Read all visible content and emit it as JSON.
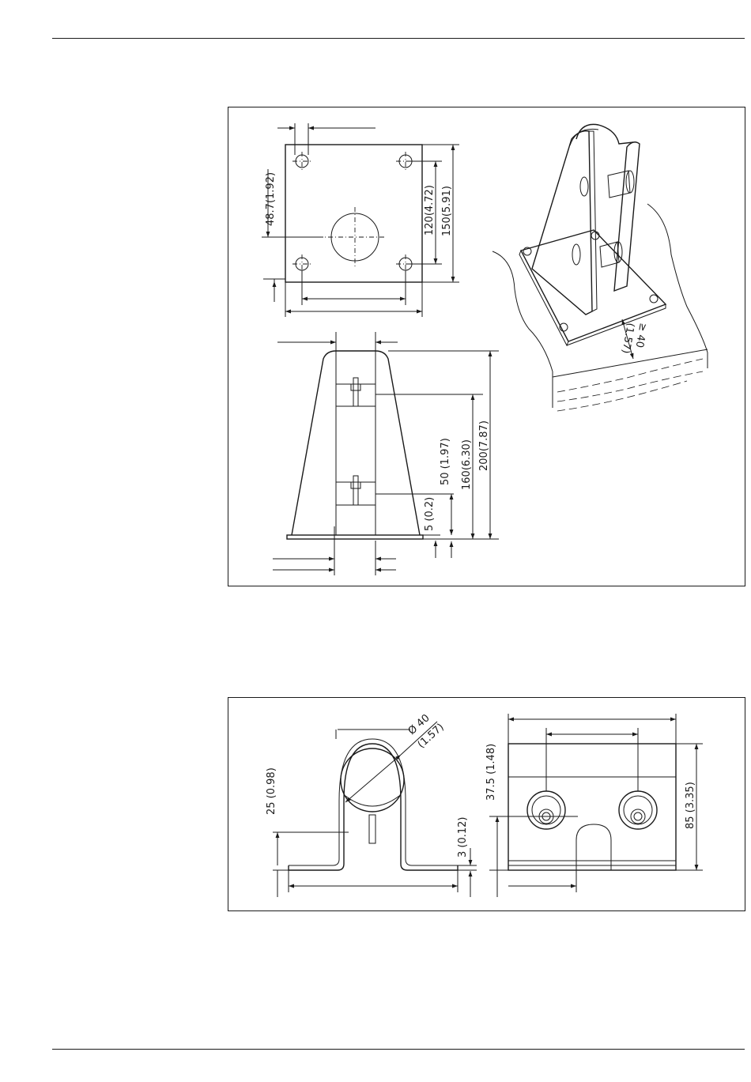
{
  "figure1": {
    "top_view": {
      "hole_offset": "48.7(1.92)",
      "hole_spacing": "120(4.72)",
      "plate_size": "150(5.91)"
    },
    "side_view": {
      "upper_bolt": "50 (1.97)",
      "lower_bolt_height": "160(6.30)",
      "total_height": "200(7.87)",
      "base_thickness": "5 (0.2)"
    },
    "iso_view": {
      "min_clearance": "≥ 40",
      "min_clearance_in": "(1.57)"
    }
  },
  "figure2": {
    "front_view": {
      "pipe_diameter": "Ø 40",
      "pipe_diameter_in": "(1.57)",
      "clamp_height": "25 (0.98)",
      "sheet_thickness": "3 (0.12)"
    },
    "side_view": {
      "bolt_height": "37.5 (1.48)",
      "total_height": "85 (3.35)"
    }
  }
}
